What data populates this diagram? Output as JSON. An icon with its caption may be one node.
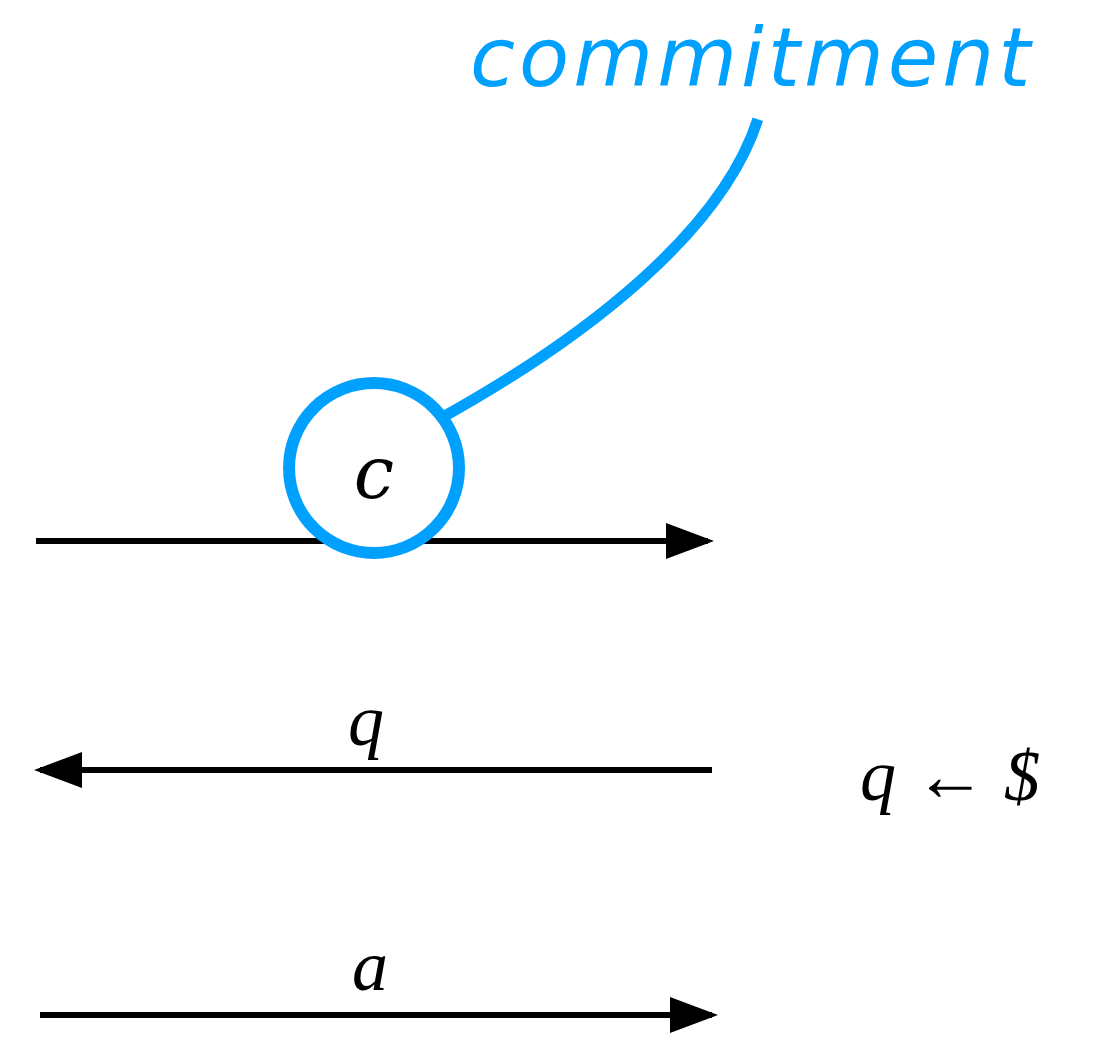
{
  "diagram": {
    "nodes": [
      {
        "text": [
          "commitment"
        ]
      },
      {
        "text": [
          "c"
        ]
      }
    ],
    "edges": [
      {
        "from": 0,
        "to": 1,
        "arrow": "none",
        "color": "#00a0ff"
      }
    ],
    "labels": [
      "q",
      "q ← $",
      "a"
    ]
  }
}
